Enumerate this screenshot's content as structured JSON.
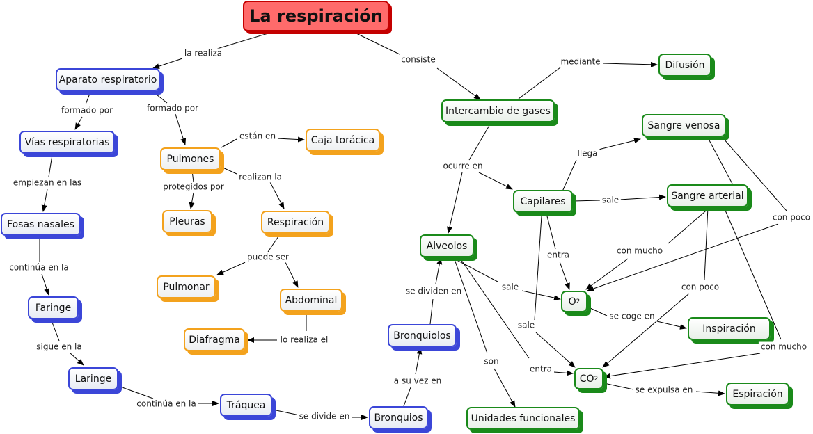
{
  "title": "La respiración",
  "nodes": {
    "aparato": "Aparato respiratorio",
    "vias": "Vías respiratorias",
    "fosas": "Fosas nasales",
    "faringe": "Faringe",
    "laringe": "Laringe",
    "traquea": "Tráquea",
    "bronquios": "Bronquios",
    "bronquiolos": "Bronquiolos",
    "alveolos": "Alveolos",
    "unidades": "Unidades funcionales",
    "pulmones": "Pulmones",
    "caja": "Caja torácica",
    "pleuras": "Pleuras",
    "respiracion": "Respiración",
    "pulmonar": "Pulmonar",
    "abdominal": "Abdominal",
    "diafragma": "Diafragma",
    "intercambio": "Intercambio de gases",
    "difusion": "Difusión",
    "capilares": "Capilares",
    "sangre_venosa": "Sangre venosa",
    "sangre_arterial": "Sangre arterial",
    "o2_main": "O",
    "o2_sub": "2",
    "co2_main": "CO",
    "co2_sub": "2",
    "inspiracion": "Inspiración",
    "espiracion": "Espiración"
  },
  "links": {
    "la_realiza": "la realiza",
    "consiste": "consiste",
    "formado_por_1": "formado por",
    "formado_por_2": "formado por",
    "empiezan": "empiezan en las",
    "continua_1": "continúa en la",
    "sigue": "sigue en la",
    "continua_2": "continúa en la",
    "se_divide": "se divide en",
    "a_su_vez": "a su vez en",
    "se_dividen": "se dividen en",
    "estan_en": "están en",
    "protegidos": "protegidos por",
    "realizan_la": "realizan la",
    "puede_ser": "puede ser",
    "lo_realiza": "lo realiza el",
    "mediante": "mediante",
    "ocurre_en": "ocurre en",
    "llega": "llega",
    "sale_cap": "sale",
    "entra_cap": "entra",
    "sale_cap2": "sale",
    "con_mucho_1": "con mucho",
    "con_poco_1": "con poco",
    "con_poco_2": "con poco",
    "con_mucho_2": "con mucho",
    "sale_alv": "sale",
    "entra_alv": "entra",
    "son": "son",
    "se_coge": "se coge en",
    "se_expulsa": "se expulsa en"
  },
  "colors": {
    "title_fill": "#ff6b6b",
    "title_border": "#c40000",
    "blue": "#3b46d8",
    "orange": "#f3a21d",
    "green": "#1a8a1a"
  }
}
